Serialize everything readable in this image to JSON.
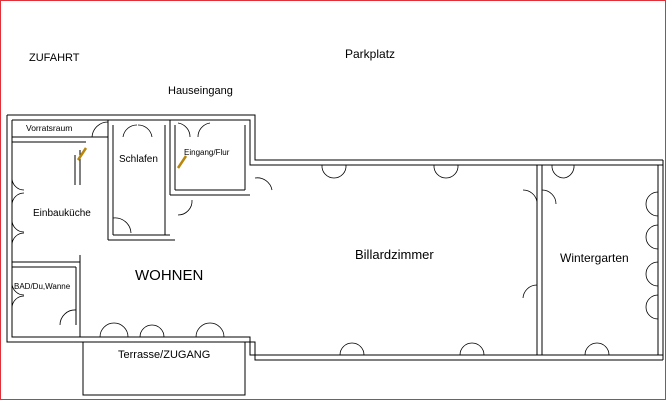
{
  "labels": {
    "zufahrt": "ZUFAHRT",
    "parkplatz": "Parkplatz",
    "hauseingang": "Hauseingang",
    "vorratsraum": "Vorratsraum",
    "schlafen": "Schlafen",
    "eingang": "Eingang/Flur",
    "einbaukueche": "Einbauküche",
    "wohnen": "WOHNEN",
    "bad": "BAD/Du,Wanne",
    "billard": "Billardzimmer",
    "wintergarten": "Wintergarten",
    "terrasse": "Terrasse/ZUGANG"
  },
  "colors": {
    "frame": "#e0303a",
    "wall": "#000000",
    "wall_fill": "#ffffff",
    "stair_icon": "#b8860b"
  }
}
